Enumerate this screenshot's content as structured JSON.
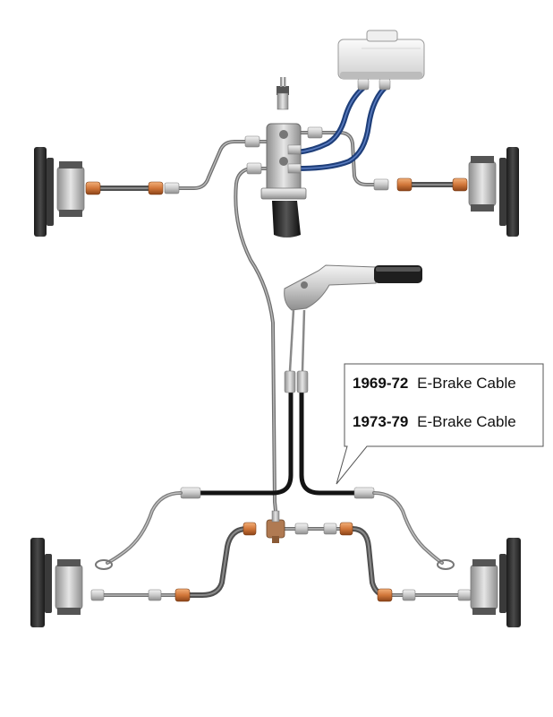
{
  "callout": {
    "line1": {
      "years": "1969-72",
      "label": "E-Brake Cable"
    },
    "line2": {
      "years": "1973-79",
      "label": "E-Brake Cable"
    }
  },
  "colors": {
    "brake_line": "#7d7d7d",
    "reservoir_hose": "#1f3f7a",
    "ebrake_cable": "#141414",
    "flex_hose_fitting": "#d2773a",
    "drum": "#2c2c2c",
    "cylinder": "#d9d9d9"
  }
}
